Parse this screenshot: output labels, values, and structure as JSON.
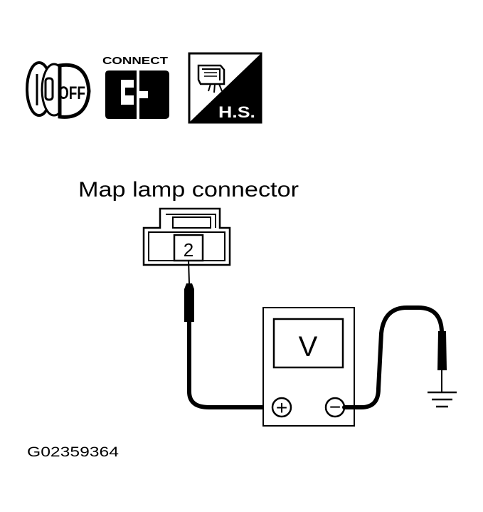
{
  "icons": {
    "ignition": {
      "name": "ignition-key-icon",
      "text": "OFF"
    },
    "connect": {
      "name": "connect-icon",
      "text": "CONNECT"
    },
    "harness": {
      "name": "harness-side-icon",
      "text": "H.S."
    }
  },
  "connector": {
    "title": "Map lamp connector",
    "terminal": "2"
  },
  "meter": {
    "symbol": "V",
    "plus": "+",
    "minus": "−"
  },
  "figure_id": "G02359364",
  "colors": {
    "ink": "#000000",
    "paper": "#ffffff",
    "panel": "#f4f4f4"
  }
}
